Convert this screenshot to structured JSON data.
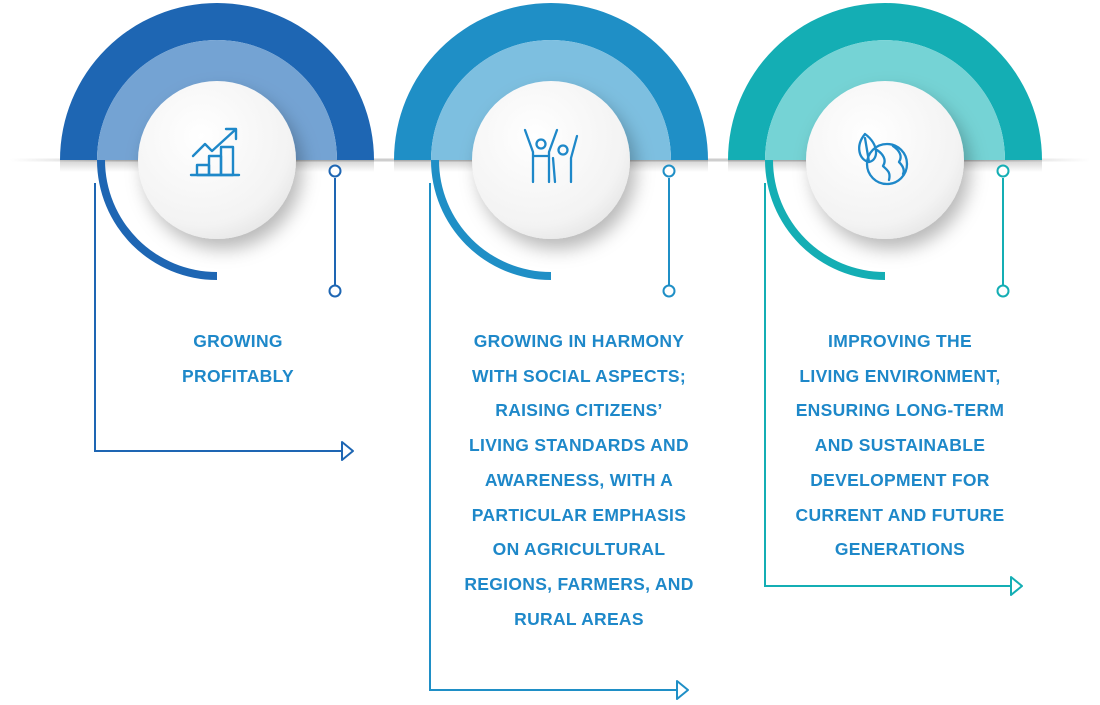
{
  "pillars": [
    {
      "icon": "growth-chart-icon",
      "lines": [
        "GROWING",
        "PROFITABLY"
      ],
      "colors": {
        "outer": "#1e66b3",
        "inner": "#74a3d3",
        "accent": "#1e88c9"
      }
    },
    {
      "icon": "people-celebrating-icon",
      "lines": [
        "GROWING IN HARMONY",
        "WITH SOCIAL ASPECTS;",
        "RAISING CITIZENS’",
        "LIVING STANDARDS AND",
        "AWARENESS, WITH A",
        "PARTICULAR EMPHASIS",
        "ON AGRICULTURAL",
        "REGIONS, FARMERS, AND",
        "RURAL AREAS"
      ],
      "colors": {
        "outer": "#1f8fc6",
        "inner": "#7dbfe0",
        "accent": "#1e88c9"
      }
    },
    {
      "icon": "leaf-globe-icon",
      "lines": [
        "IMPROVING THE",
        "LIVING ENVIRONMENT,",
        "ENSURING LONG-TERM",
        "AND SUSTAINABLE",
        "DEVELOPMENT FOR",
        "CURRENT AND FUTURE",
        "GENERATIONS"
      ],
      "colors": {
        "outer": "#14aeb4",
        "inner": "#75d3d5",
        "accent": "#1e88c9"
      }
    }
  ]
}
